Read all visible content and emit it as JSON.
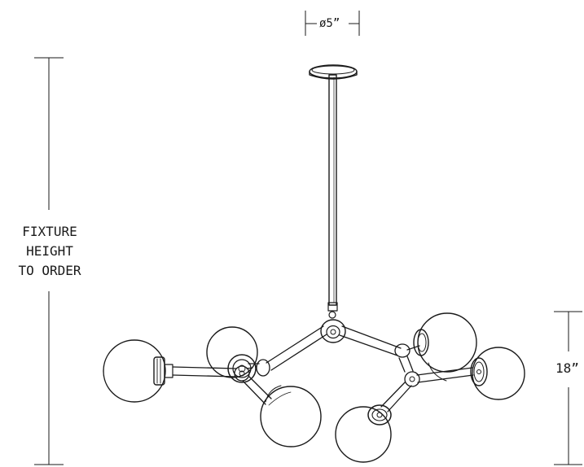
{
  "dimensions": {
    "canopy_diameter": "ø5”",
    "fixture_height_lines": [
      "FIXTURE",
      "HEIGHT",
      "TO ORDER"
    ],
    "body_height": "18”"
  },
  "colors": {
    "line": "#1a1a1a",
    "background": "#ffffff"
  }
}
